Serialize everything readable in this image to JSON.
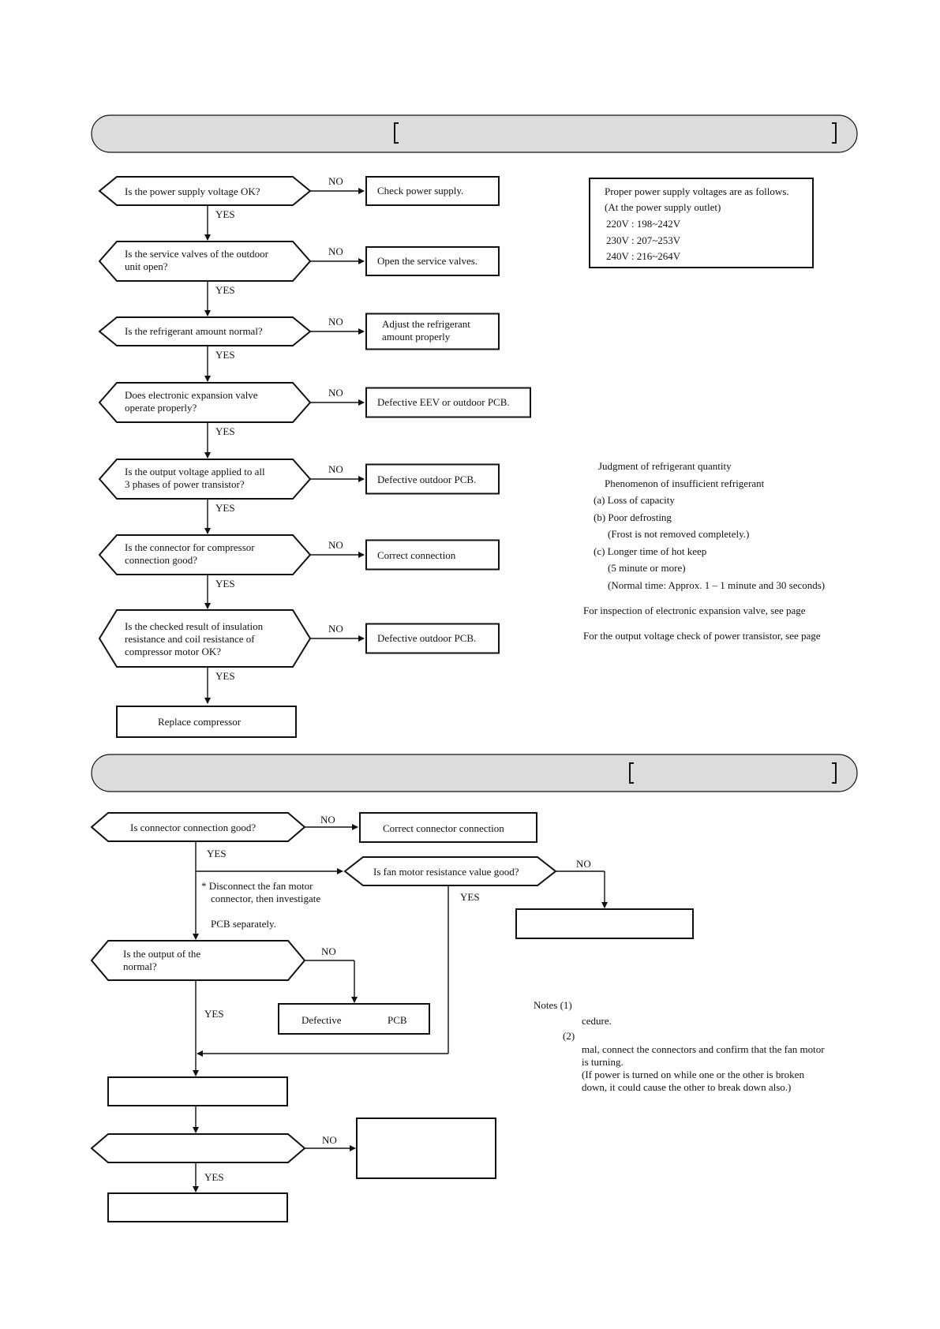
{
  "section1": {
    "decisions": [
      [
        "Is the power supply voltage OK?"
      ],
      [
        "Is the service valves of the outdoor",
        "unit open?"
      ],
      [
        "Is the refrigerant amount normal?"
      ],
      [
        "Does electronic expansion valve",
        "operate properly?"
      ],
      [
        "Is the output voltage applied to all",
        "3 phases of power transistor?"
      ],
      [
        "Is the connector for compressor",
        "connection good?"
      ],
      [
        "Is the checked result of insulation",
        "resistance and coil resistance of",
        "compressor motor OK?"
      ]
    ],
    "actions": [
      [
        "Check power supply."
      ],
      [
        "Open the service valves."
      ],
      [
        "Adjust the refrigerant",
        "amount properly"
      ],
      [
        "Defective EEV or outdoor PCB."
      ],
      [
        "Defective outdoor PCB."
      ],
      [
        "Correct connection"
      ],
      [
        "Defective outdoor PCB."
      ]
    ],
    "final": "Replace compressor",
    "yes": "YES",
    "no": "NO",
    "voltage_note": [
      "Proper power supply voltages are as follows.",
      "(At the power supply outlet)",
      "220V : 198~242V",
      "230V : 207~253V",
      "240V : 216~264V"
    ],
    "judgment_notes": [
      "Judgment of refrigerant quantity",
      "Phenomenon of insufficient refrigerant",
      "(a) Loss of capacity",
      "(b) Poor defrosting",
      "(Frost is not removed completely.)",
      "(c) Longer time of hot keep",
      "(5 minute or more)",
      "(Normal time: Approx. 1 – 1 minute and 30 seconds)"
    ],
    "ref_notes": [
      "For inspection of electronic expansion valve, see page",
      "For the output voltage check of power transistor, see page"
    ]
  },
  "section2": {
    "q1": "Is connector connection good?",
    "a1": "Correct connector connection",
    "q2": "Is fan motor resistance value good?",
    "q3": [
      "Is the output of the",
      "normal?"
    ],
    "a3": [
      "Defective",
      "PCB"
    ],
    "star_note": [
      "* Disconnect the fan motor",
      "connector, then investigate",
      "PCB separately."
    ],
    "notes_label": "Notes (1)",
    "note1": "cedure.",
    "note2_label": "(2)",
    "note2": [
      "mal, connect the connectors and confirm that the fan motor",
      "is turning.",
      "(If power is turned on while one or the other is broken",
      "down, it could cause the other to break down also.)"
    ]
  }
}
